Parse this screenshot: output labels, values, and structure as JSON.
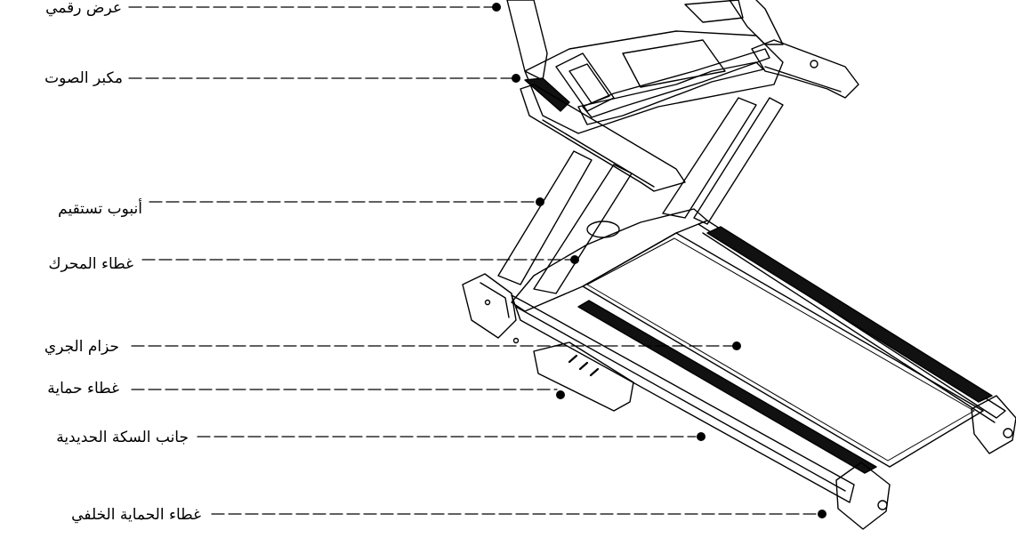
{
  "diagram": {
    "labels": [
      {
        "id": "display",
        "text": "عرض رقمي"
      },
      {
        "id": "speaker",
        "text": "مكبر الصوت"
      },
      {
        "id": "upright",
        "text": "أنبوب تستقيم"
      },
      {
        "id": "motor-cover",
        "text": "غطاء المحرك"
      },
      {
        "id": "running-belt",
        "text": "حزام الجري"
      },
      {
        "id": "guard-cover",
        "text": "غطاء حماية"
      },
      {
        "id": "rail-side",
        "text": "جانب السكة الحديدية"
      },
      {
        "id": "rear-cover",
        "text": "غطاء الحماية الخلفي"
      }
    ]
  }
}
